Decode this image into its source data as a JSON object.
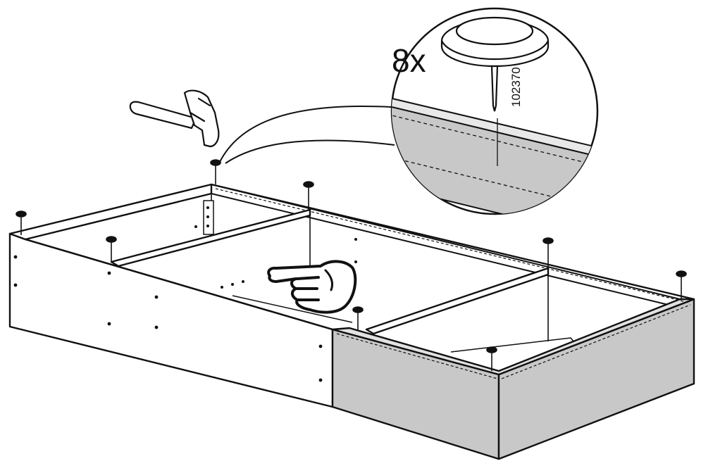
{
  "callout": {
    "quantity": "8x",
    "part_number": "102370"
  },
  "icons": {
    "hammer": "hammer-icon",
    "pointing_hand": "pointing-hand-icon",
    "glide_nail": "furniture-glide-nail-icon",
    "magnifier": "detail-magnifier-circle"
  },
  "colors": {
    "line": "#111111",
    "panel_gray": "#c8c8c8",
    "background": "#ffffff"
  },
  "nail_count": 8
}
